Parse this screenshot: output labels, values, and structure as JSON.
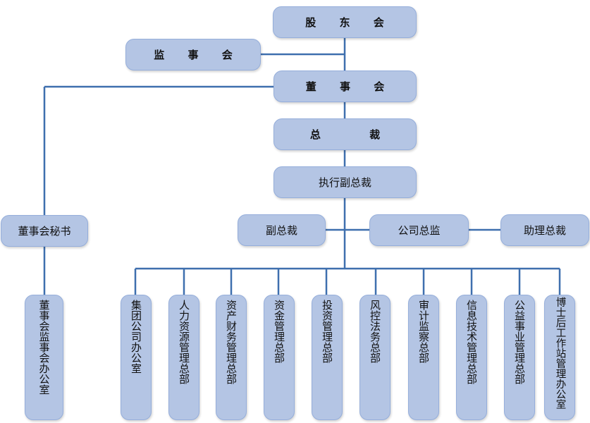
{
  "nodes": {
    "shareholders": "股 东 会",
    "supervisory_board": "监 事 会",
    "board": "董 事 会",
    "president": "总 裁",
    "executive_vp": "执行副总裁",
    "board_secretary": "董事会秘书",
    "vice_president": "副总裁",
    "company_director": "公司总监",
    "assistant_president": "助理总裁",
    "board_supervisory_office": "董事会监事会办公室"
  },
  "departments": [
    "集团公司办公室",
    "人力资源管理总部",
    "资产财务管理总部",
    "资金管理总部",
    "投资管理总部",
    "风控法务总部",
    "审计监察总部",
    "信息技术管理总部",
    "公益事业管理总部",
    "博士后工作站管理办公室"
  ],
  "colors": {
    "box": "#b4c5e4",
    "line": "#3e6fae"
  }
}
